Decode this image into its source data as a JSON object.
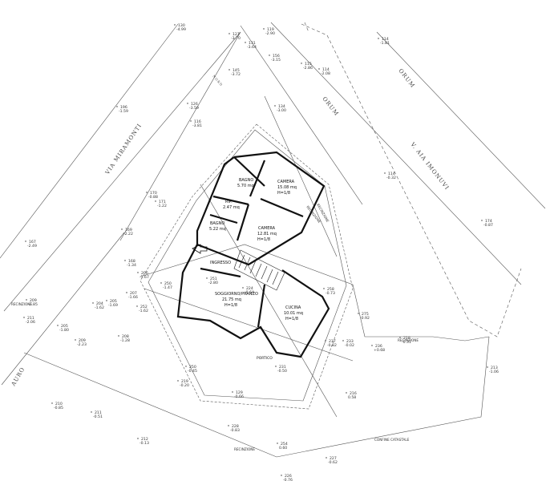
{
  "streets": {
    "via_miramonti": "VIA MIRAMONTI",
    "orum_left": "ORUM",
    "orum_right": "ORUM",
    "rivomi_via": "V. AIA IMONUVI",
    "nord": "NORD",
    "auro": "AURO"
  },
  "rooms": {
    "bagno1": {
      "name": "BAGNO",
      "area": "5.70 mq"
    },
    "camera1": {
      "name": "CAMERA",
      "area": "15.08 mq",
      "height": "H=1/8"
    },
    "rip": {
      "name": "RIP.",
      "area": "2.47 mq"
    },
    "bagno2": {
      "name": "BAGNO",
      "area": "5.22 mq"
    },
    "camera2": {
      "name": "CAMERA",
      "area": "12.81 mq",
      "height": "H=1/8"
    },
    "ingresso": {
      "name": "INGRESSO"
    },
    "soggiorno": {
      "name": "SOGGIORNO/PRANZO",
      "area": "21.75 mq",
      "height": "H=1/8"
    },
    "cucina": {
      "name": "CUCINA",
      "area": "10.01 mq",
      "height": "H=1/8"
    },
    "portico": {
      "name": "PORTICO"
    }
  },
  "boundary_labels": {
    "confine_catastale": "CONFINE CATASTALE",
    "recinzione_1": "RECINZIONE",
    "recinzione_2": "RECINZIONE",
    "recinzione_3": "RECINZIONE",
    "recinzione_4": "RECINZIONE",
    "rec_angle_1": "RECINZIONE",
    "rec_angle_2": "RECINZIONE"
  },
  "survey_points": [
    {
      "id": "130",
      "elev": "-4.99"
    },
    {
      "id": "127",
      "elev": "-3.70"
    },
    {
      "id": "131",
      "elev": "-3.64"
    },
    {
      "id": "119",
      "elev": "-2.90"
    },
    {
      "id": "114",
      "elev": "-1.81"
    },
    {
      "id": "156",
      "elev": "-3.15"
    },
    {
      "id": "115",
      "elev": "-2.86"
    },
    {
      "id": "114",
      "elev": "-2.08"
    },
    {
      "id": "145",
      "elev": "-3.72"
    },
    {
      "id": "126",
      "elev": "-3.59"
    },
    {
      "id": "196",
      "elev": "-1.59"
    },
    {
      "id": "134",
      "elev": "-3.00"
    },
    {
      "id": "116",
      "elev": "-3.81"
    },
    {
      "id": "114",
      "elev": "-0.32"
    },
    {
      "id": "174",
      "elev": "-0.87"
    },
    {
      "id": "171",
      "elev": "-1.22"
    },
    {
      "id": "170",
      "elev": "-0.88"
    },
    {
      "id": "169",
      "elev": "-2.22"
    },
    {
      "id": "167",
      "elev": "-2.49"
    },
    {
      "id": "168",
      "elev": "-1.34"
    },
    {
      "id": "206",
      "elev": "-1.67"
    },
    {
      "id": "207",
      "elev": "-1.66"
    },
    {
      "id": "251",
      "elev": "-2.80"
    },
    {
      "id": "209",
      "elev": "-1.85"
    },
    {
      "id": "204",
      "elev": "-1.62"
    },
    {
      "id": "205",
      "elev": "-1.69"
    },
    {
      "id": "211",
      "elev": "-2.06"
    },
    {
      "id": "252",
      "elev": "-1.62"
    },
    {
      "id": "250",
      "elev": "-1.47"
    },
    {
      "id": "224",
      "elev": "-0.64"
    },
    {
      "id": "258",
      "elev": "-0.73"
    },
    {
      "id": "275",
      "elev": "-0.92"
    },
    {
      "id": "237",
      "elev": "-0.82"
    },
    {
      "id": "233",
      "elev": "-0.02"
    },
    {
      "id": "205",
      "elev": "-1.80"
    },
    {
      "id": "208",
      "elev": "-1.28"
    },
    {
      "id": "209",
      "elev": "-2.23"
    },
    {
      "id": "213",
      "elev": "-1.06"
    },
    {
      "id": "236",
      "elev": "+0.68"
    },
    {
      "id": "218",
      "elev": "-0.31"
    },
    {
      "id": "231",
      "elev": "-0.50"
    },
    {
      "id": "216",
      "elev": "0.58"
    },
    {
      "id": "210",
      "elev": "-0.85"
    },
    {
      "id": "211",
      "elev": "-0.51"
    },
    {
      "id": "129",
      "elev": "-0.66"
    },
    {
      "id": "228",
      "elev": "-0.83"
    },
    {
      "id": "212",
      "elev": "-0.13"
    },
    {
      "id": "250",
      "elev": "-0.45"
    },
    {
      "id": "254",
      "elev": "0.60"
    },
    {
      "id": "227",
      "elev": "-0.62"
    },
    {
      "id": "219",
      "elev": "-0.20"
    },
    {
      "id": "226",
      "elev": "-0.76"
    }
  ]
}
